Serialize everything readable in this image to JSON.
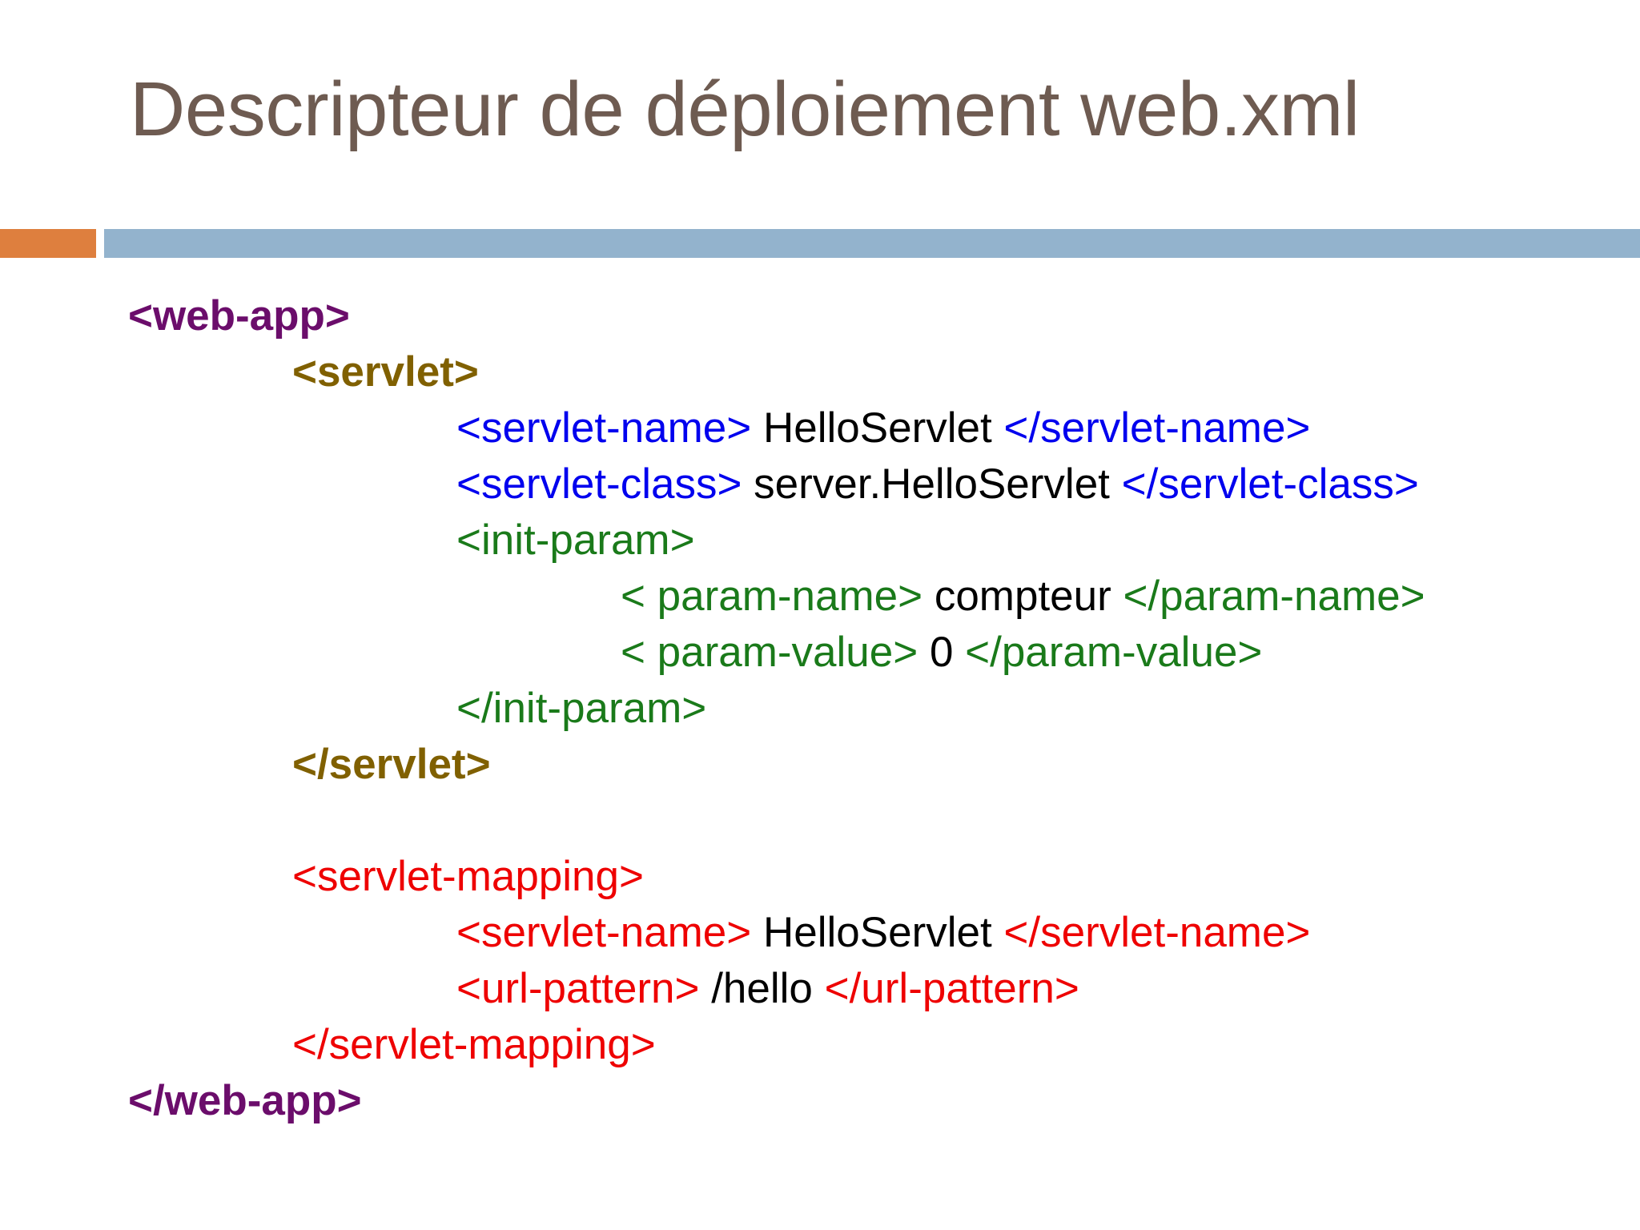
{
  "slide": {
    "title": "Descripteur de déploiement web.xml",
    "colors": {
      "title_text": "#6E5B51",
      "accent_block": "#DE7F3E",
      "divider_bar": "#93B3CD",
      "tag_webapp": "#6B0D6B",
      "tag_servlet": "#806000",
      "tag_servlet_child": "#0000EE",
      "tag_init_param": "#1A7A1A",
      "tag_servlet_mapping": "#EE0000",
      "content_text": "#000000",
      "background": "#FFFFFF"
    }
  },
  "code": {
    "lines": [
      {
        "indent": 0,
        "parts": [
          {
            "text": "<web-app>",
            "style": "tag-purple"
          }
        ]
      },
      {
        "indent": 1,
        "parts": [
          {
            "text": "<servlet>",
            "style": "tag-olive"
          }
        ]
      },
      {
        "indent": 2,
        "parts": [
          {
            "text": "<servlet-name>",
            "style": "tag-blue"
          },
          {
            "text": " HelloServlet ",
            "style": "tag-black"
          },
          {
            "text": "</servlet-name>",
            "style": "tag-blue"
          }
        ]
      },
      {
        "indent": 2,
        "parts": [
          {
            "text": "<servlet-class>",
            "style": "tag-blue"
          },
          {
            "text": " server.HelloServlet ",
            "style": "tag-black"
          },
          {
            "text": "</servlet-class>",
            "style": "tag-blue"
          }
        ]
      },
      {
        "indent": 2,
        "parts": [
          {
            "text": "<init-param>",
            "style": "tag-green"
          }
        ]
      },
      {
        "indent": 3,
        "parts": [
          {
            "text": "< param-name>",
            "style": "tag-green"
          },
          {
            "text": " compteur ",
            "style": "tag-black"
          },
          {
            "text": "</param-name>",
            "style": "tag-green"
          }
        ]
      },
      {
        "indent": 3,
        "parts": [
          {
            "text": "< param-value>",
            "style": "tag-green"
          },
          {
            "text": " 0 ",
            "style": "tag-black"
          },
          {
            "text": "</param-value>",
            "style": "tag-green"
          }
        ]
      },
      {
        "indent": 2,
        "parts": [
          {
            "text": "</init-param>",
            "style": "tag-green"
          }
        ]
      },
      {
        "indent": 1,
        "parts": [
          {
            "text": "</servlet>",
            "style": "tag-olive"
          }
        ]
      },
      {
        "indent": 0,
        "parts": []
      },
      {
        "indent": 1,
        "parts": [
          {
            "text": "<servlet-mapping>",
            "style": "tag-red"
          }
        ]
      },
      {
        "indent": 2,
        "parts": [
          {
            "text": "<servlet-name>",
            "style": "tag-red"
          },
          {
            "text": " HelloServlet ",
            "style": "tag-black"
          },
          {
            "text": "</servlet-name>",
            "style": "tag-red"
          }
        ]
      },
      {
        "indent": 2,
        "parts": [
          {
            "text": "<url-pattern>",
            "style": "tag-red"
          },
          {
            "text": " /hello ",
            "style": "tag-black"
          },
          {
            "text": "</url-pattern>",
            "style": "tag-red"
          }
        ]
      },
      {
        "indent": 1,
        "parts": [
          {
            "text": "</servlet-mapping>",
            "style": "tag-red"
          }
        ]
      },
      {
        "indent": 0,
        "parts": [
          {
            "text": "</web-app>",
            "style": "tag-purple"
          }
        ]
      }
    ]
  }
}
